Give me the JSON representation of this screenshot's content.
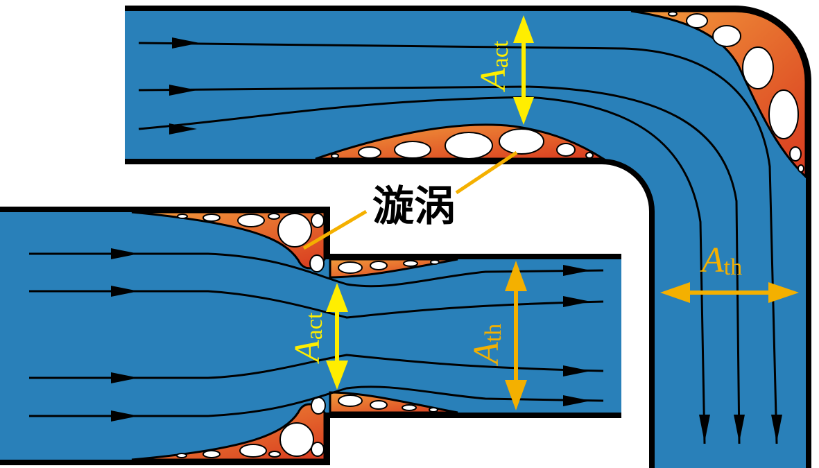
{
  "labels": {
    "vortex": "漩涡",
    "area_actual": {
      "symbol": "A",
      "subscript": "act"
    },
    "area_theoretical": {
      "symbol": "A",
      "subscript": "th"
    }
  },
  "colors": {
    "fluid": "#2980b9",
    "wall": "#000000",
    "vortex_light": "#f39c3c",
    "vortex_dark": "#d83a1f",
    "bubble": "#ffffff",
    "arrow_act": "#ffee00",
    "arrow_th": "#f4b000",
    "leader_line": "#f4b000",
    "streamline": "#000000",
    "background": "#ffffff"
  },
  "icons": {
    "flow_direction": "arrowhead-icon",
    "area_marker": "double-arrow-icon"
  }
}
